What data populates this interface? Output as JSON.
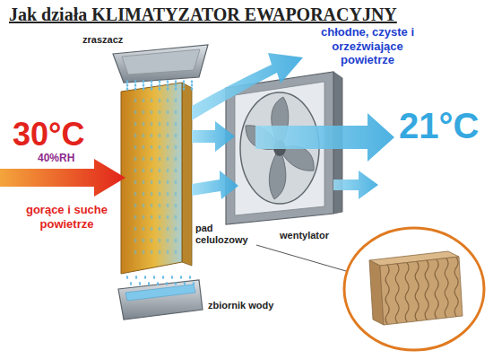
{
  "diagram": {
    "title": "Jak działa KLIMATYZATOR EWAPORACYJNY",
    "labels": [
      "zraszacz",
      "chłodne, czyste i orzeźwiające powietrze",
      "21°C",
      "30°C",
      "40%RH",
      "gorące i suche powietrze",
      "wentylator",
      "pad celulozowy",
      "zbiornik wody"
    ]
  }
}
